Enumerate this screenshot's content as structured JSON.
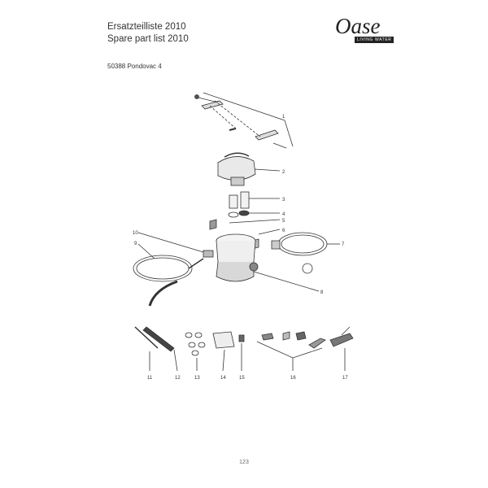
{
  "header": {
    "title_de": "Ersatzteilliste 2010",
    "title_en": "Spare part list 2010",
    "product": "50388 Pondovac 4"
  },
  "logo": {
    "wordmark": "Oase",
    "tagline": "LIVING WATER"
  },
  "diagram": {
    "part_numbers": [
      "1",
      "2",
      "3",
      "4",
      "5",
      "6",
      "7",
      "8",
      "9",
      "10",
      "11",
      "12",
      "13",
      "14",
      "15",
      "16",
      "17"
    ]
  },
  "footer": {
    "page_number": "123"
  }
}
